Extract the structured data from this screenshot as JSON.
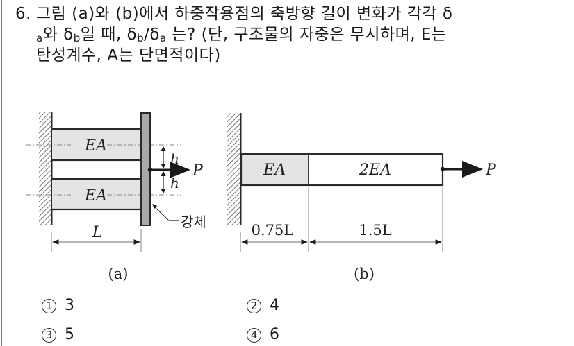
{
  "question": {
    "number": "6.",
    "line1": "그림 (a)와 (b)에서 하중작용점의 축방향 길이 변화가 각각 δ",
    "line2_pre": "와 δ",
    "line2_sub_a": "a",
    "line2_sub_b": "b",
    "line2_mid": "일 때, δ",
    "line2_sub_b2": "b",
    "line2_slash": "/δ",
    "line2_sub_a2": "a",
    "line2_post": " 는? (단, 구조물의 자중은 무시하며, E는",
    "line3": "탄성계수, A는 단면적이다)"
  },
  "figure_a": {
    "caption": "(a)",
    "bar_label_top": "EA",
    "bar_label_bottom": "EA",
    "load_label": "P",
    "offset_label_top": "h",
    "offset_label_bottom": "h",
    "length_label": "L",
    "rigid_label": "강체"
  },
  "figure_b": {
    "caption": "(b)",
    "segment1_label": "EA",
    "segment2_label": "2EA",
    "load_label": "P",
    "length1_label": "0.75L",
    "length2_label": "1.5L"
  },
  "options": [
    {
      "marker": "1",
      "value": "3"
    },
    {
      "marker": "2",
      "value": "4"
    },
    {
      "marker": "3",
      "value": "5"
    },
    {
      "marker": "4",
      "value": "6"
    }
  ],
  "colors": {
    "bar_fill": "#e4e4e4",
    "rigid_fill": "#a9a9a9",
    "line": "#2a2a2a",
    "dim_line": "#9a9a9a"
  }
}
